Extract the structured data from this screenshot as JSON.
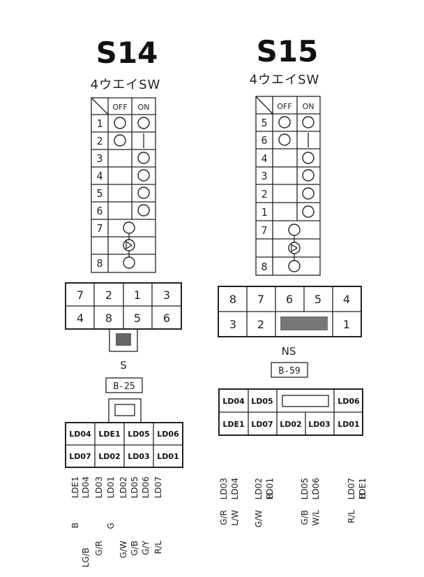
{
  "s14": {
    "title": "S14",
    "switch_title": "4ウエイSW",
    "header": {
      "off": "OFF",
      "on": "ON"
    },
    "rows": [
      {
        "num": "1",
        "off": true,
        "on": "circle"
      },
      {
        "num": "2",
        "off": true,
        "on": "line"
      },
      {
        "num": "3",
        "off": false,
        "on": "circle"
      },
      {
        "num": "4",
        "off": false,
        "on": "circle"
      },
      {
        "num": "5",
        "off": false,
        "on": "circle"
      },
      {
        "num": "6",
        "off": false,
        "on": "circle"
      }
    ],
    "bottom_rows": [
      "7",
      "",
      "8"
    ],
    "connector": {
      "top": [
        "7",
        "2",
        "1",
        "3"
      ],
      "bottom": [
        "4",
        "8",
        "5",
        "6"
      ]
    },
    "label": "S",
    "code": "B-25",
    "ld_top": [
      "LD04",
      "LDE1",
      "LD05",
      "LD06"
    ],
    "ld_bottom": [
      "LD07",
      "LD02",
      "LD03",
      "LD01"
    ],
    "wires": [
      [
        "B",
        "LDE1"
      ],
      [
        "LG/B",
        "LD04"
      ],
      [
        "G/R",
        "LD03"
      ],
      [
        "G",
        "LD01"
      ],
      [
        "G/W",
        "LD02"
      ],
      [
        "G/B",
        "LD05"
      ],
      [
        "G/Y",
        "LD06"
      ],
      [
        "R/L",
        "LD07"
      ]
    ]
  },
  "s15": {
    "title": "S15",
    "switch_title": "4ウエイSW",
    "header": {
      "off": "OFF",
      "on": "ON"
    },
    "rows": [
      {
        "num": "5",
        "off": true,
        "on": "circle"
      },
      {
        "num": "6",
        "off": true,
        "on": "line"
      },
      {
        "num": "4",
        "off": false,
        "on": "circle"
      },
      {
        "num": "3",
        "off": false,
        "on": "circle"
      },
      {
        "num": "2",
        "off": false,
        "on": "circle"
      },
      {
        "num": "1",
        "off": false,
        "on": "circle"
      }
    ],
    "bottom_rows": [
      "7",
      "",
      "8"
    ],
    "connector": {
      "top": [
        "8",
        "7",
        "6",
        "5",
        "4"
      ],
      "bottom": [
        "3",
        "2",
        "1"
      ]
    },
    "label": "NS",
    "code": "B-59",
    "ld_top": [
      "LD04",
      "LD05",
      "",
      "LD06"
    ],
    "ld_bottom": [
      "LDE1",
      "LD07",
      "LD02",
      "LD03",
      "LD01"
    ],
    "wires": [
      [
        "G/R",
        "LD03"
      ],
      [
        "L/W",
        "LD04"
      ],
      [
        "G/W",
        "LD02"
      ],
      [
        "R",
        "LD01"
      ],
      [
        "G/B",
        "LD05"
      ],
      [
        "W/L",
        "LD06"
      ],
      [
        "R/L",
        "LD07"
      ],
      [
        "B",
        "LDE1"
      ]
    ]
  }
}
